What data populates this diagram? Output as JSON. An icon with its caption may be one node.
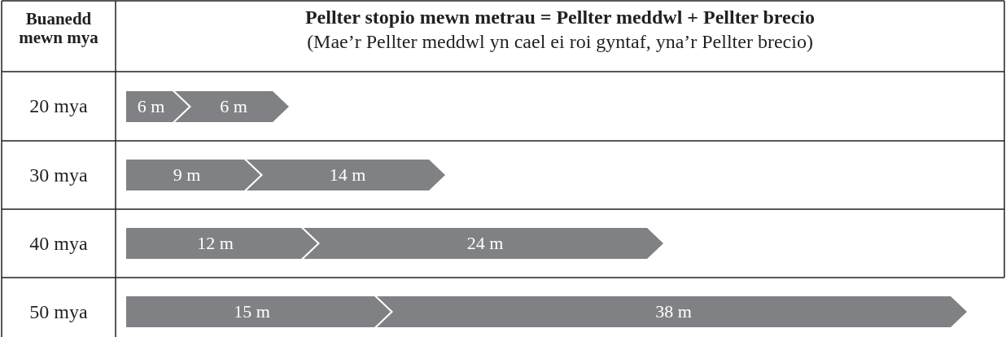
{
  "diagram": {
    "nodes": [
      {
        "text": [
          "6 m"
        ]
      },
      {
        "text": [
          "6 m"
        ]
      },
      {
        "text": [
          "9 m"
        ]
      },
      {
        "text": [
          "14 m"
        ]
      },
      {
        "text": [
          "12 m"
        ]
      },
      {
        "text": [
          "24 m"
        ]
      },
      {
        "text": [
          "15 m"
        ]
      },
      {
        "text": [
          "38 m"
        ]
      }
    ],
    "labels": [
      "Buanedd mewn mya",
      "Pellter stopio mewn metrau = Pellter meddwl + Pellter brecio",
      "(Mae’r Pellter meddwl yn cael ei roi gyntaf, yna’r Pellter brecio)",
      "20 mya",
      "30 mya",
      "40 mya",
      "50 mya"
    ]
  }
}
